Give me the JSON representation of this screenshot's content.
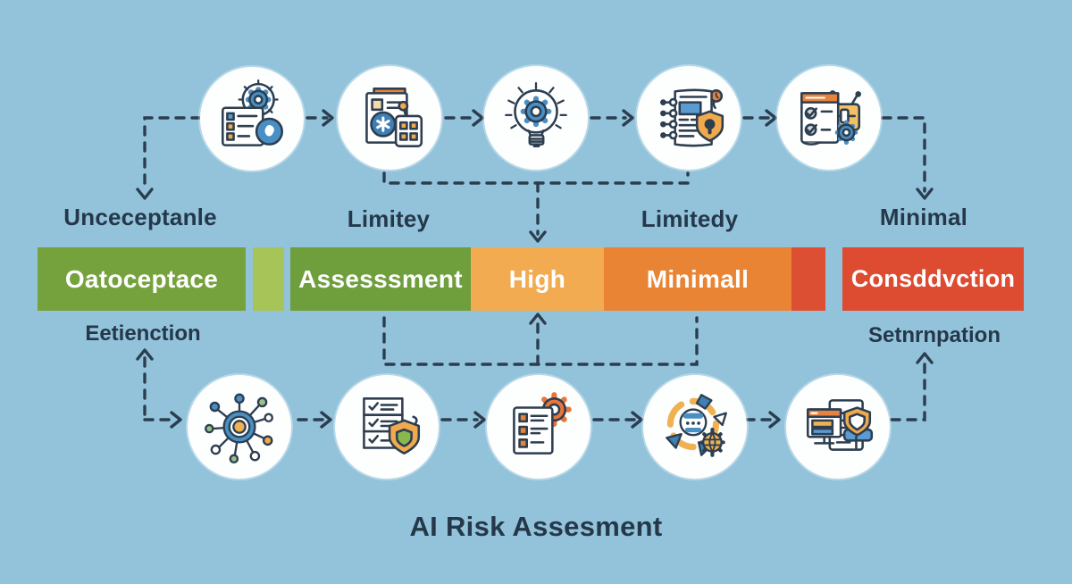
{
  "title": "AI Risk Assesment",
  "colors": {
    "background": "#92c3db",
    "ink": "#25384a",
    "circle_fill": "#fdfefe",
    "bar_green": "#76a23d",
    "bar_light_green": "#a6c457",
    "bar_green2": "#6f9e3c",
    "bar_amber": "#f2ab50",
    "bar_orange": "#e98434",
    "bar_red_sliver": "#dd4f32",
    "bar_red": "#dd4b31",
    "icon_blue": "#4a8fc4",
    "icon_orange": "#f0a94d",
    "icon_green": "#8ab84e",
    "bar_text": "#ffffff"
  },
  "top_flow": {
    "labels": [
      {
        "text": "Unceceptanle"
      },
      {
        "text": "Limitey"
      },
      {
        "text": "Limitedy"
      },
      {
        "text": "Minimal"
      }
    ],
    "icons": [
      "document-gear-scan-icon",
      "report-robot-calculator-icon",
      "lightbulb-gear-icon",
      "notebook-shield-lock-icon",
      "checklist-chip-gear-icon"
    ]
  },
  "risk_bar": {
    "segments": [
      {
        "label": "Oatoceptace",
        "color": "#76a23d"
      },
      {
        "label": "",
        "color": "#a6c457"
      },
      {
        "label": "Assesssment",
        "color": "#6f9e3c"
      },
      {
        "label": "High",
        "color": "#f2ab50"
      },
      {
        "label": "Minimall",
        "color": "#e98434"
      },
      {
        "label": "",
        "color": "#dd4f32"
      },
      {
        "label": "Consddvction",
        "color": "#dd4b31"
      }
    ]
  },
  "bottom_flow": {
    "labels": [
      {
        "text": "Eetienction"
      },
      {
        "text": "Setnrnpation"
      }
    ],
    "icons": [
      "network-node-icon",
      "checklist-shield-icon",
      "checklist-gear-icon",
      "process-cycle-robot-icon",
      "monitor-document-shield-icon"
    ]
  }
}
